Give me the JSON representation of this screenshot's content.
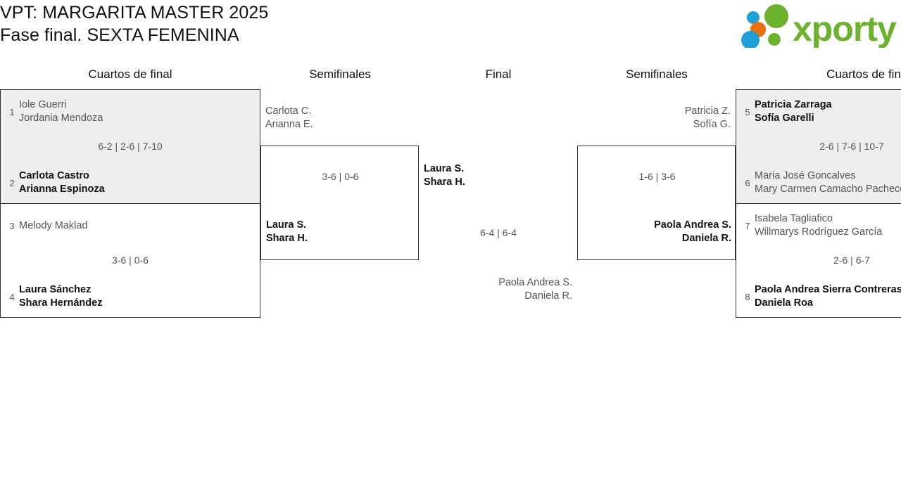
{
  "header": {
    "title_line1": "VPT: MARGARITA MASTER 2025",
    "title_line2": "Fase final. SEXTA FEMENINA",
    "logo_text": "xporty",
    "logo_colors": {
      "green": "#6cb22e",
      "blue": "#1f9fd9",
      "orange": "#e8700f"
    }
  },
  "columns": {
    "qf_left": "Cuartos de final",
    "sf_left": "Semifinales",
    "final": "Final",
    "sf_right": "Semifinales",
    "qf_right": "Cuartos de fin"
  },
  "rounds": {
    "qf_left": [
      {
        "id": "qf1",
        "score": "6-2 | 2-6 | 7-10",
        "teams": [
          {
            "seed": "1",
            "line1": "Iole Guerri",
            "line2": "Jordania Mendoza",
            "winner": false
          },
          {
            "seed": "2",
            "line1": "Carlota Castro",
            "line2": "Arianna Espinoza",
            "winner": true
          }
        ]
      },
      {
        "id": "qf2",
        "score": "3-6 | 0-6",
        "teams": [
          {
            "seed": "3",
            "line1": "Melody Maklad",
            "line2": "",
            "winner": false
          },
          {
            "seed": "4",
            "line1": "Laura Sánchez",
            "line2": "Shara Hernández",
            "winner": true
          }
        ]
      }
    ],
    "sf_left": {
      "id": "sf1",
      "score": "3-6 | 0-6",
      "teams": [
        {
          "line1": "Carlota C.",
          "line2": "Arianna E.",
          "winner": false
        },
        {
          "line1": "Laura S.",
          "line2": "Shara H.",
          "winner": true
        }
      ]
    },
    "final": {
      "id": "final",
      "score": "6-4 | 6-4",
      "teams": [
        {
          "line1": "Laura S.",
          "line2": "Shara H.",
          "winner": true
        },
        {
          "line1": "Paola Andrea S.",
          "line2": "Daniela R.",
          "winner": false
        }
      ]
    },
    "sf_right": {
      "id": "sf2",
      "score": "1-6 | 3-6",
      "teams": [
        {
          "line1": "Patricia Z.",
          "line2": "Sofía G.",
          "winner": false
        },
        {
          "line1": "Paola Andrea S.",
          "line2": "Daniela R.",
          "winner": true
        }
      ]
    },
    "qf_right": [
      {
        "id": "qf3",
        "score": "2-6 | 7-6 | 10-7",
        "teams": [
          {
            "seed": "5",
            "line1": "Patricia Zarraga",
            "line2": "Sofía Garelli",
            "winner": true
          },
          {
            "seed": "6",
            "line1": "Maria José Goncalves",
            "line2": "Mary Carmen Camacho Pacheco",
            "winner": false
          }
        ]
      },
      {
        "id": "qf4",
        "score": "2-6 | 6-7",
        "teams": [
          {
            "seed": "7",
            "line1": "Isabela Tagliafico",
            "line2": "Willmarys Rodríguez García",
            "winner": false
          },
          {
            "seed": "8",
            "line1": "Paola Andrea Sierra Contreras",
            "line2": "Daniela Roa",
            "winner": true
          }
        ]
      }
    ]
  }
}
